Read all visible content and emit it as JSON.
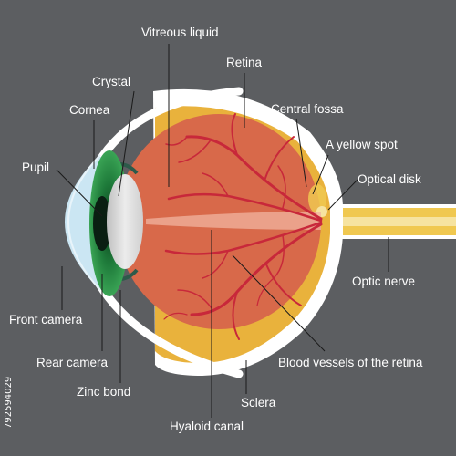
{
  "labels": {
    "vitreous": "Vitreous liquid",
    "retina": "Retina",
    "crystal": "Crystal",
    "cornea": "Cornea",
    "central_fossa": "Central fossa",
    "yellow_spot": "A yellow spot",
    "pupil": "Pupil",
    "optical_disk": "Optical disk",
    "optic_nerve": "Optic nerve",
    "front_camera": "Front camera",
    "rear_camera": "Rear camera",
    "blood_vessels": "Blood vessels of the retina",
    "zinc_bond": "Zinc bond",
    "sclera": "Sclera",
    "hyaloid": "Hyaloid canal"
  },
  "watermark": {
    "stock_id": "792594029"
  },
  "colors": {
    "background": "#5c5e61",
    "sclera": "#ffffff",
    "choroid": "#e9b23c",
    "eyeball": "#d8694a",
    "vessels": "#c8283a",
    "cornea": "#cbe6f3",
    "iris": "#1e7a3a",
    "lens": "#e3e3e3",
    "nerve_sheath": "#f0c850"
  }
}
